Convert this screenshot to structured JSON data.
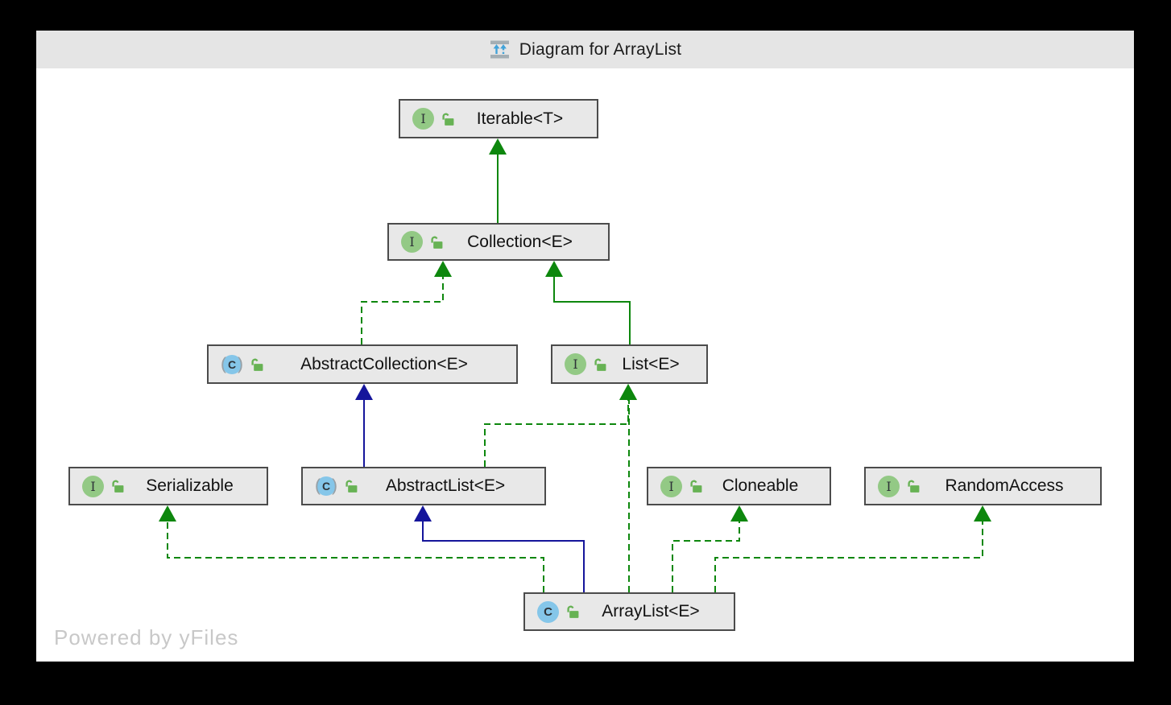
{
  "window": {
    "title": "Diagram for ArrayList",
    "watermark": "Powered by yFiles"
  },
  "colors": {
    "outer_background": "#000000",
    "canvas_background": "#ffffff",
    "titlebar_background": "#e5e5e5",
    "node_fill": "#e8e8e8",
    "node_border": "#4b4b4b",
    "interface_edge_green": "#0d870d",
    "class_edge_navy": "#15159b",
    "interface_icon_green": "#93c985",
    "class_icon_blue": "#85c6e9",
    "lock_icon_green": "#67b254",
    "title_icon_blue": "#41a3d9",
    "title_icon_gray": "#a4aeb3",
    "watermark_gray": "#c8c8c8"
  },
  "diagram": {
    "nodes": [
      {
        "id": "iterable",
        "label": "Iterable<T>",
        "kind": "interface"
      },
      {
        "id": "collection",
        "label": "Collection<E>",
        "kind": "interface"
      },
      {
        "id": "abstract-collection",
        "label": "AbstractCollection<E>",
        "kind": "abstract-class"
      },
      {
        "id": "list",
        "label": "List<E>",
        "kind": "interface"
      },
      {
        "id": "serializable",
        "label": "Serializable",
        "kind": "interface"
      },
      {
        "id": "abstract-list",
        "label": "AbstractList<E>",
        "kind": "abstract-class"
      },
      {
        "id": "cloneable",
        "label": "Cloneable",
        "kind": "interface"
      },
      {
        "id": "random-access",
        "label": "RandomAccess",
        "kind": "interface"
      },
      {
        "id": "array-list",
        "label": "ArrayList<E>",
        "kind": "class"
      }
    ],
    "edges": [
      {
        "from": "collection",
        "to": "iterable",
        "type": "interface-extends",
        "line": "solid",
        "color": "green"
      },
      {
        "from": "abstract-collection",
        "to": "collection",
        "type": "implements",
        "line": "dashed",
        "color": "green"
      },
      {
        "from": "list",
        "to": "collection",
        "type": "interface-extends",
        "line": "solid",
        "color": "green"
      },
      {
        "from": "abstract-list",
        "to": "abstract-collection",
        "type": "extends",
        "line": "solid",
        "color": "navy"
      },
      {
        "from": "abstract-list",
        "to": "list",
        "type": "implements",
        "line": "dashed",
        "color": "green"
      },
      {
        "from": "array-list",
        "to": "abstract-list",
        "type": "extends",
        "line": "solid",
        "color": "navy"
      },
      {
        "from": "array-list",
        "to": "list",
        "type": "implements",
        "line": "dashed",
        "color": "green"
      },
      {
        "from": "array-list",
        "to": "serializable",
        "type": "implements",
        "line": "dashed",
        "color": "green"
      },
      {
        "from": "array-list",
        "to": "cloneable",
        "type": "implements",
        "line": "dashed",
        "color": "green"
      },
      {
        "from": "array-list",
        "to": "random-access",
        "type": "implements",
        "line": "dashed",
        "color": "green"
      }
    ]
  }
}
